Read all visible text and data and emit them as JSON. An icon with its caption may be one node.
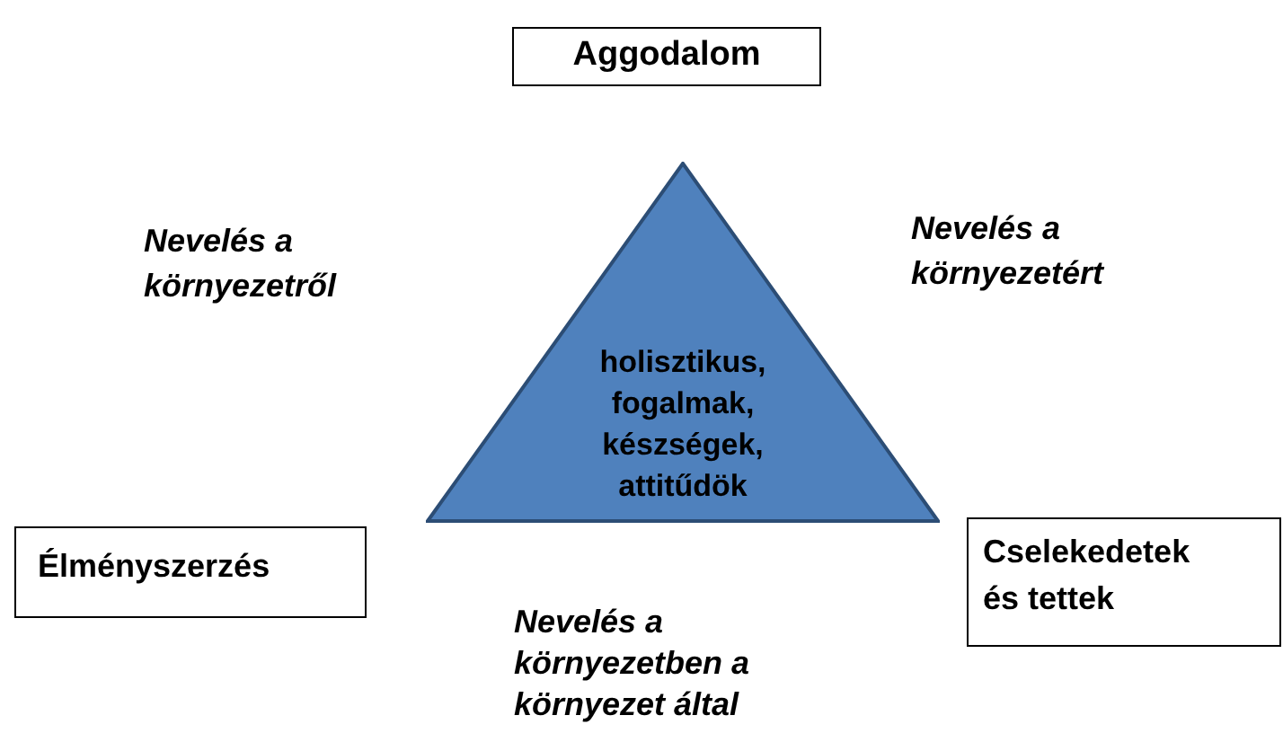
{
  "diagram": {
    "nodes": [
      {
        "text": [
          "Aggodalom"
        ]
      },
      {
        "text": [
          "holisztikus, fogalmak, készségek, attitűdök"
        ]
      },
      {
        "text": [
          "Élményszerzés"
        ]
      },
      {
        "text": [
          "Cselekedetek és tettek"
        ]
      }
    ],
    "labels": [
      "Nevelés a környezetről",
      "Nevelés a környezetért",
      "Nevelés a környezetben a környezet által"
    ]
  }
}
